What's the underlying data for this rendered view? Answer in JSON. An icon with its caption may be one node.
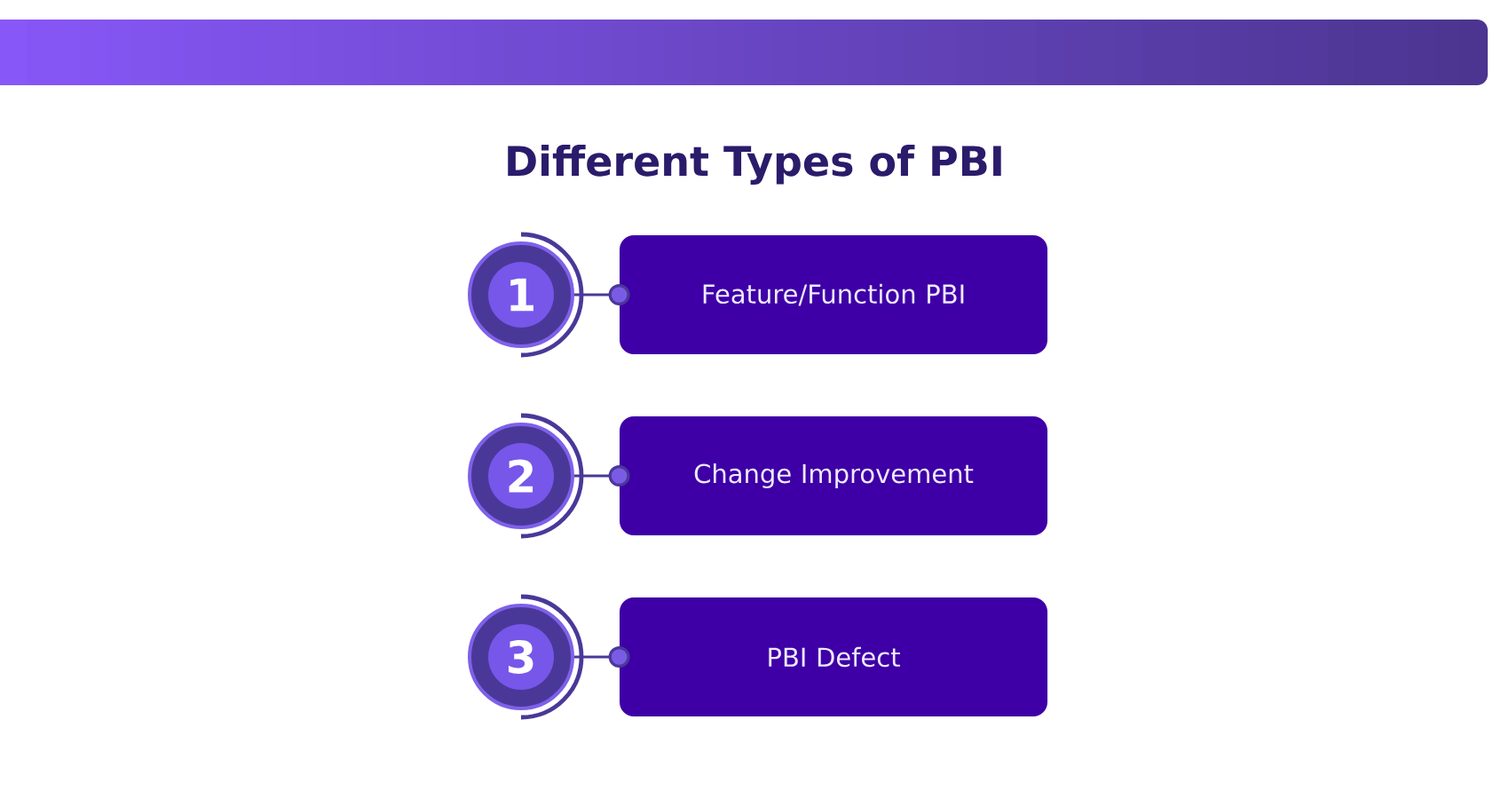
{
  "diagram": {
    "title": "Different Types of PBI",
    "nodes": [
      {
        "text": [
          "1"
        ]
      },
      {
        "text": [
          "Feature/Function PBI"
        ]
      },
      {
        "text": [
          "2"
        ]
      },
      {
        "text": [
          "Change Improvement"
        ]
      },
      {
        "text": [
          "3"
        ]
      },
      {
        "text": [
          "PBI Defect"
        ]
      }
    ],
    "edges": [
      {
        "from": 0,
        "to": 1,
        "arrow": "other"
      },
      {
        "from": 2,
        "to": 3,
        "arrow": "other"
      },
      {
        "from": 4,
        "to": 5,
        "arrow": "other"
      }
    ]
  }
}
